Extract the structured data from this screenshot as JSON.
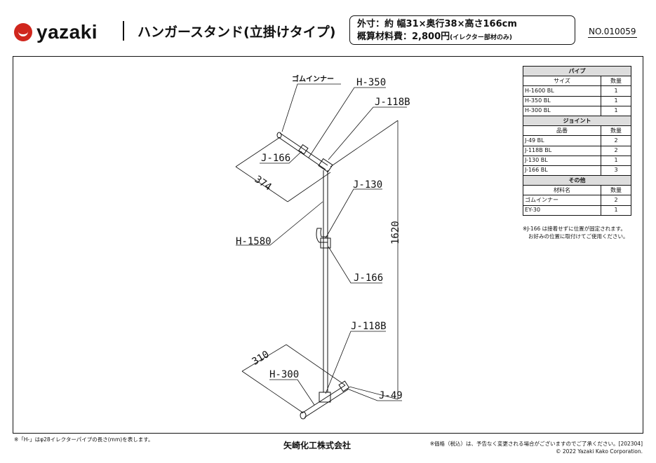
{
  "header": {
    "brand": "yazaki",
    "title": "ハンガースタンド(立掛けタイプ)",
    "spec_size": "外寸：約 幅31×奥行38×高さ166cm",
    "spec_cost": "概算材料費：2,800円",
    "spec_cost_note": "(イレクター部材のみ)",
    "doc_no": "NO.010059"
  },
  "drawing_labels": {
    "rubber_inner": "ゴムインナー",
    "h350": "H-350",
    "j118b_top": "J-118B",
    "j166_top": "J-166",
    "dim374": "374",
    "j130": "J-130",
    "h1580": "H-1580",
    "dim1620": "1620",
    "j166_mid": "J-166",
    "j118b_bottom": "J-118B",
    "dim310": "310",
    "h300": "H-300",
    "j49": "J-49"
  },
  "parts_table": {
    "sections": [
      {
        "title": "パイプ",
        "col1": "サイズ",
        "col2": "数量",
        "rows": [
          [
            "H-1600 BL",
            "1"
          ],
          [
            "H-350 BL",
            "1"
          ],
          [
            "H-300 BL",
            "1"
          ]
        ]
      },
      {
        "title": "ジョイント",
        "col1": "品番",
        "col2": "数量",
        "rows": [
          [
            "J-49 BL",
            "2"
          ],
          [
            "J-118B BL",
            "2"
          ],
          [
            "J-130 BL",
            "1"
          ],
          [
            "J-166 BL",
            "3"
          ]
        ]
      },
      {
        "title": "その他",
        "col1": "材料名",
        "col2": "数量",
        "rows": [
          [
            "ゴムインナー",
            "2"
          ],
          [
            "EY-30",
            "1"
          ]
        ]
      }
    ]
  },
  "notes": {
    "line1": "※J-166 は接着せずに位置が固定されます。",
    "line2": "お好みの位置に取付けてご使用ください。"
  },
  "footer": {
    "left": "※「H-」はφ28イレクターパイプの長さ(mm)を表します。",
    "company": "矢崎化工株式会社",
    "right1": "※価格（税込）は、予告なく変更される場合がございますのでご了承ください。[202304]",
    "right2": "© 2022 Yazaki Kako Corporation."
  },
  "colors": {
    "brand_red": "#d0261d",
    "line": "#111111",
    "table_header": "#dddddd"
  }
}
